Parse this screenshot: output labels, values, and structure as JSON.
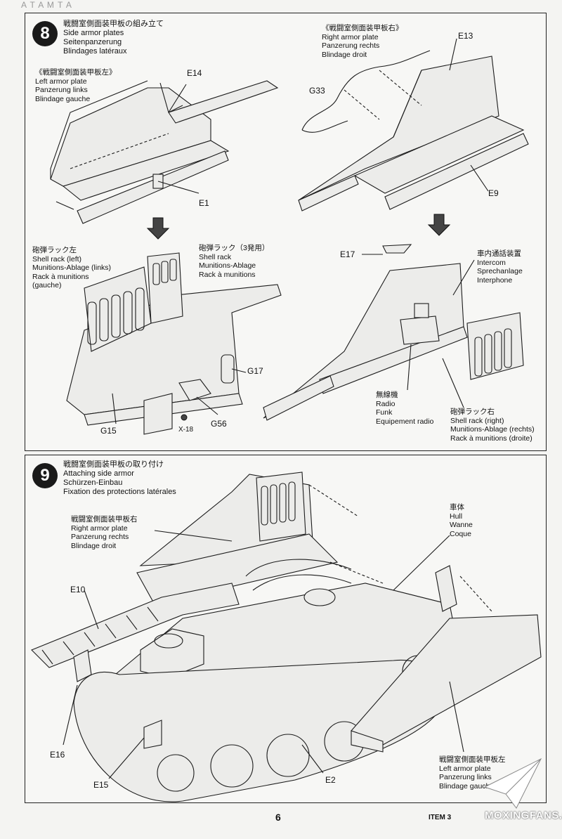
{
  "header_fragment": "A T A M T A",
  "step8": {
    "number": "8",
    "title": [
      "戦闘室側面装甲板の組み立て",
      "Side armor plates",
      "Seitenpanzerung",
      "Blindages latéraux"
    ],
    "left_plate": [
      "《戦闘室側面装甲板左》",
      "Left armor plate",
      "Panzerung links",
      "Blindage gauche"
    ],
    "right_plate": [
      "《戦闘室側面装甲板右》",
      "Right armor plate",
      "Panzerung rechts",
      "Blindage droit"
    ],
    "shell_rack_left": [
      "砲弾ラック左",
      "Shell rack (left)",
      "Munitions-Ablage (links)",
      "Rack à munitions",
      "(gauche)"
    ],
    "shell_rack_3": [
      "砲弾ラック（3発用）",
      "Shell rack",
      "Munitions-Ablage",
      "Rack à munitions"
    ],
    "intercom": [
      "車内通話装置",
      "Intercom",
      "Sprechanlage",
      "Interphone"
    ],
    "radio": [
      "無線機",
      "Radio",
      "Funk",
      "Equipement radio"
    ],
    "shell_rack_right": [
      "砲弾ラック右",
      "Shell rack (right)",
      "Munitions-Ablage (rechts)",
      "Rack à munitions (droite)"
    ],
    "parts": {
      "E14": "E14",
      "E1": "E1",
      "E13": "E13",
      "G33": "G33",
      "E9": "E9",
      "E17": "E17",
      "G17": "G17",
      "G15": "G15",
      "G56": "G56",
      "X18": "X-18"
    }
  },
  "step9": {
    "number": "9",
    "title": [
      "戦闘室側面装甲板の取り付け",
      "Attaching side armor",
      "Schürzen-Einbau",
      "Fixation des protections latérales"
    ],
    "right_plate": [
      "戦闘室側面装甲板右",
      "Right armor plate",
      "Panzerung rechts",
      "Blindage droit"
    ],
    "hull": [
      "車体",
      "Hull",
      "Wanne",
      "Coque"
    ],
    "left_plate": [
      "戦闘室側面装甲板左",
      "Left armor plate",
      "Panzerung links",
      "Blindage gauche"
    ],
    "parts": {
      "E10": "E10",
      "E16": "E16",
      "E15": "E15",
      "E2": "E2"
    }
  },
  "footer": {
    "page": "6",
    "item": "ITEM 3",
    "watermark": "MOXINGFANS.COM"
  }
}
